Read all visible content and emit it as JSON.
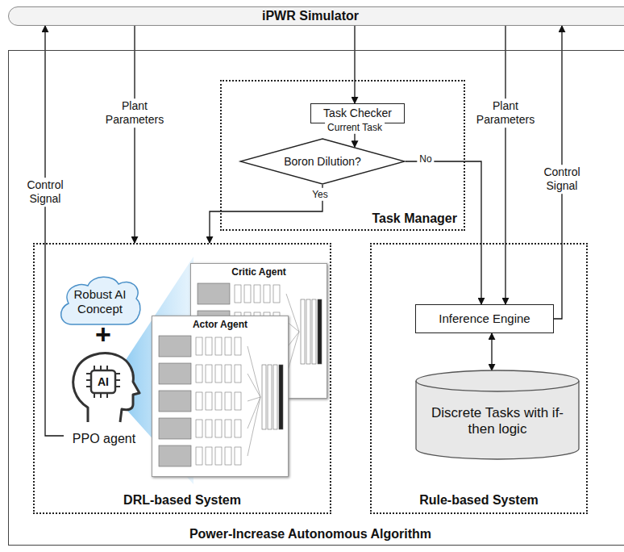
{
  "diagram": {
    "nodes": [
      {
        "text": [
          "iPWR Simulator"
        ]
      },
      {
        "text": [
          "Power-Increase Autonomous Algorithm"
        ]
      },
      {
        "text": [
          "Task Manager"
        ],
        "in": 1
      },
      {
        "text": [
          "Task Checker"
        ],
        "in": 2
      },
      {
        "text": [
          "Boron Dilution?"
        ],
        "in": 2
      },
      {
        "text": [
          "DRL-based System"
        ],
        "in": 1
      },
      {
        "text": [
          "Robust AI Concept"
        ],
        "in": 5
      },
      {
        "text": [
          "PPO agent"
        ],
        "in": 5
      },
      {
        "text": [
          "Critic Agent"
        ],
        "in": 5
      },
      {
        "text": [
          "Actor Agent"
        ],
        "in": 5
      },
      {
        "text": [
          "Rule-based System"
        ],
        "in": 1
      },
      {
        "text": [
          "Inference Engine"
        ],
        "in": 10
      },
      {
        "text": [
          "Discrete Tasks with if-then logic"
        ],
        "in": 10
      }
    ],
    "edges": [
      {
        "from": 0,
        "to": 3,
        "arrow": "to"
      },
      {
        "from": 3,
        "to": 4,
        "label": "Current Task",
        "arrow": "to"
      },
      {
        "from": 4,
        "to": 5,
        "label": "Yes",
        "arrow": "to"
      },
      {
        "from": 4,
        "to": 11,
        "label": "No",
        "arrow": "to"
      },
      {
        "from": 0,
        "to": 5,
        "label": "Plant Parameters",
        "arrow": "to"
      },
      {
        "from": 7,
        "to": 0,
        "label": "Control Signal",
        "arrow": "to"
      },
      {
        "from": 0,
        "to": 11,
        "label": "Plant Parameters",
        "arrow": "to"
      },
      {
        "from": 11,
        "to": 0,
        "label": "Control Signal",
        "arrow": "to"
      },
      {
        "from": 11,
        "to": 12,
        "arrow": "both"
      }
    ],
    "labels": [
      "+",
      "AI"
    ]
  }
}
